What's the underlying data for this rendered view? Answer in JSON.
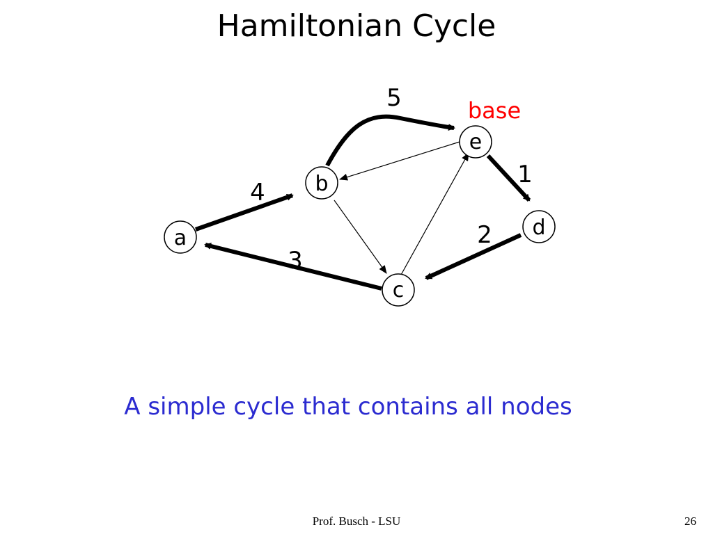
{
  "title": "Hamiltonian Cycle",
  "nodes": {
    "a": "a",
    "b": "b",
    "c": "c",
    "d": "d",
    "e": "e"
  },
  "weights": {
    "a_b": "4",
    "b_e": "5",
    "e_d": "1",
    "d_c": "2",
    "c_a": "3"
  },
  "base_label": "base",
  "caption": "A simple cycle that contains all nodes",
  "footer": "Prof. Busch - LSU",
  "page_number": "26",
  "colors": {
    "base": "#ff0000",
    "caption": "#2b2bd0",
    "edges": "#000000"
  }
}
